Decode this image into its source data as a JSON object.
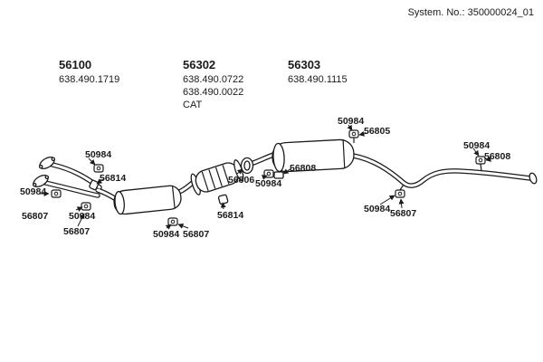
{
  "header": {
    "system_no": "System. No.: 350000024_01"
  },
  "groups": [
    {
      "id": "56100",
      "refs": [
        "638.490.1719"
      ]
    },
    {
      "id": "56302",
      "refs": [
        "638.490.0722",
        "638.490.0022",
        "CAT"
      ]
    },
    {
      "id": "56303",
      "refs": [
        "638.490.1115"
      ]
    }
  ],
  "labels": [
    "50984",
    "56814",
    "50984",
    "56807",
    "50984",
    "56807",
    "50984",
    "56807",
    "56814",
    "56806",
    "50984",
    "56808",
    "50984",
    "56805",
    "50984",
    "56807",
    "50984",
    "56808"
  ],
  "diagram": {
    "line_color": "#1a1a1a",
    "icons": [
      "flange-icon",
      "front-pipes",
      "resonator-muffler",
      "catalytic-converter",
      "gasket-ring-icon",
      "center-muffler",
      "tailpipe",
      "hanger-icon",
      "clamp-icon"
    ]
  }
}
